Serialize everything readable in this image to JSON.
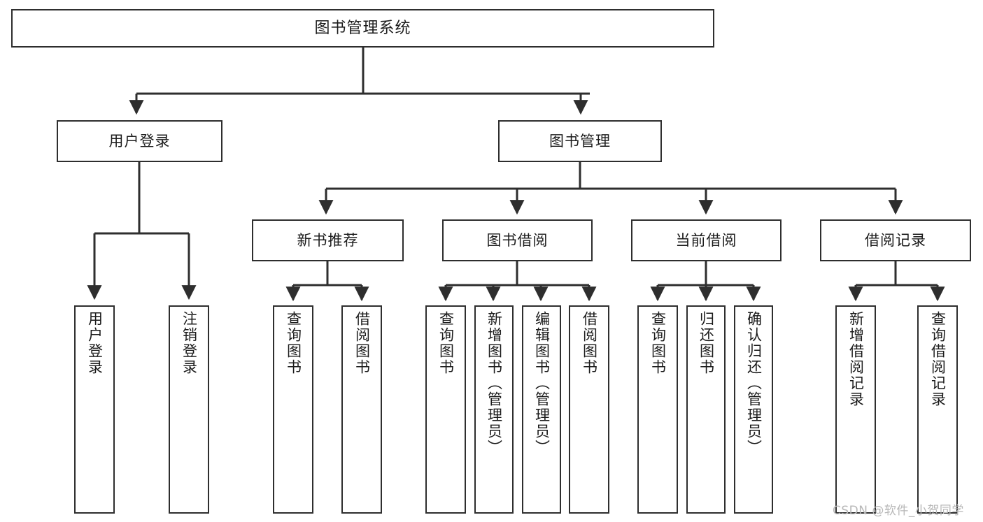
{
  "diagram": {
    "title": "图书管理系统",
    "type": "tree-hierarchy",
    "root": {
      "id": "root",
      "label": "图书管理系统",
      "orientation": "horizontal"
    },
    "level2": [
      {
        "id": "user-login",
        "label": "用户登录",
        "orientation": "horizontal"
      },
      {
        "id": "book-manage",
        "label": "图书管理",
        "orientation": "horizontal"
      }
    ],
    "level3": [
      {
        "id": "new-book-recommend",
        "label": "新书推荐",
        "orientation": "horizontal",
        "parent": "book-manage"
      },
      {
        "id": "book-borrow",
        "label": "图书借阅",
        "orientation": "horizontal",
        "parent": "book-manage"
      },
      {
        "id": "current-borrow",
        "label": "当前借阅",
        "orientation": "horizontal",
        "parent": "book-manage"
      },
      {
        "id": "borrow-record",
        "label": "借阅记录",
        "orientation": "horizontal",
        "parent": "book-manage"
      }
    ],
    "leaves": [
      {
        "id": "leaf-user-login",
        "label": "用户登录",
        "orientation": "vertical",
        "parent": "user-login"
      },
      {
        "id": "leaf-user-logout",
        "label": "注销登录",
        "orientation": "vertical",
        "parent": "user-login"
      },
      {
        "id": "leaf-query-book-1",
        "label": "查询图书",
        "orientation": "vertical",
        "parent": "new-book-recommend"
      },
      {
        "id": "leaf-borrow-book-1",
        "label": "借阅图书",
        "orientation": "vertical",
        "parent": "new-book-recommend"
      },
      {
        "id": "leaf-query-book-2",
        "label": "查询图书",
        "orientation": "vertical",
        "parent": "book-borrow"
      },
      {
        "id": "leaf-add-book",
        "label": "新增图书（管理员）",
        "orientation": "vertical",
        "parent": "book-borrow"
      },
      {
        "id": "leaf-edit-book",
        "label": "编辑图书（管理员）",
        "orientation": "vertical",
        "parent": "book-borrow"
      },
      {
        "id": "leaf-borrow-book-2",
        "label": "借阅图书",
        "orientation": "vertical",
        "parent": "book-borrow"
      },
      {
        "id": "leaf-query-book-3",
        "label": "查询图书",
        "orientation": "vertical",
        "parent": "current-borrow"
      },
      {
        "id": "leaf-return-book",
        "label": "归还图书",
        "orientation": "vertical",
        "parent": "current-borrow"
      },
      {
        "id": "leaf-confirm-return",
        "label": "确认归还（管理员）",
        "orientation": "vertical",
        "parent": "current-borrow"
      },
      {
        "id": "leaf-add-record",
        "label": "新增借阅记录",
        "orientation": "vertical",
        "parent": "borrow-record"
      },
      {
        "id": "leaf-query-record",
        "label": "查询借阅记录",
        "orientation": "vertical",
        "parent": "borrow-record"
      }
    ],
    "watermark": "CSDN @软件_小贺同学",
    "colors": {
      "background": "#ffffff",
      "box_border": "#2e2e2e",
      "box_fill": "#ffffff",
      "connector": "#2e2e2e",
      "text": "#1b1b1b",
      "watermark": "#b7b7b7"
    }
  }
}
